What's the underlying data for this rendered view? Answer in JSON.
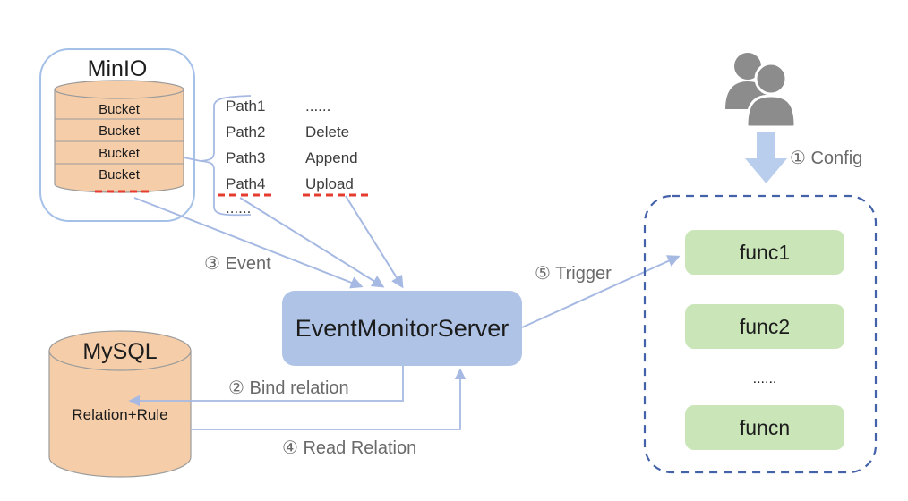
{
  "minio": {
    "title": "MinIO",
    "buckets": [
      "Bucket",
      "Bucket",
      "Bucket",
      "Bucket"
    ]
  },
  "paths": {
    "items": [
      "Path1",
      "Path2",
      "Path3",
      "Path4"
    ],
    "ellipsis": "......"
  },
  "operations": {
    "ellipsis": "......",
    "items": [
      "Delete",
      "Append",
      "Upload"
    ]
  },
  "server": {
    "label": "EventMonitorServer"
  },
  "mysql": {
    "title": "MySQL",
    "content": "Relation+Rule"
  },
  "functions": {
    "items": [
      "func1",
      "func2",
      "funcn"
    ],
    "ellipsis": "......"
  },
  "labels": {
    "config": "①  Config",
    "bind": "②  Bind relation",
    "event": "③  Event",
    "read": "④  Read Relation",
    "trigger": "⑤  Trigger"
  },
  "colors": {
    "storage_fill": "#f5cda9",
    "storage_stroke": "#9b9b9b",
    "server_fill": "#aec3e6",
    "function_fill": "#cae6b9",
    "connector_blue": "#a6b9e2",
    "minio_border": "#a6c1e8",
    "dashed_border": "#4462a9",
    "highlight_red": "#e63c30",
    "icon_gray": "#8c8c8c",
    "label_gray": "#6a6a6a"
  }
}
